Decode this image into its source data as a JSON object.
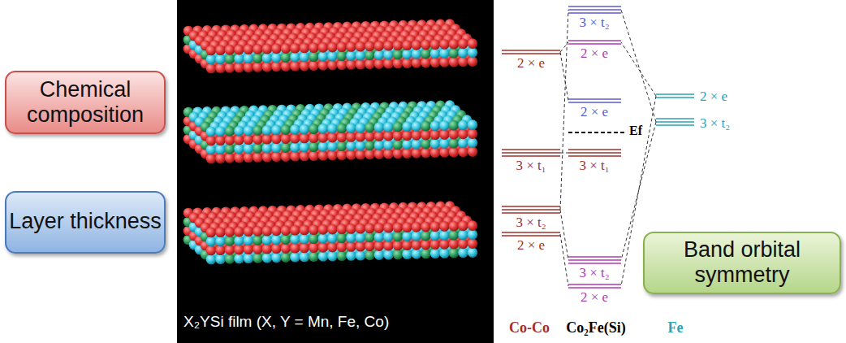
{
  "diagram": {
    "nodes": [
      {
        "text": [
          "Chemical composition"
        ]
      },
      {
        "text": [
          "Layer thickness"
        ]
      },
      {
        "text": [
          "Band orbital symmetry"
        ]
      }
    ],
    "labels": [
      "X₂YSi film (X, Y = Mn, Fe, Co)",
      "2 × e",
      "3 × t₁",
      "3 × t₂",
      "2 × e",
      "3 × t₂",
      "2 × e",
      "2 × e",
      "Ef",
      "3 × t₁",
      "3 × t₂",
      "2 × e",
      "2 × e",
      "3 × t₂",
      "Co-Co",
      "Co₂Fe(Si)",
      "Fe"
    ]
  }
}
